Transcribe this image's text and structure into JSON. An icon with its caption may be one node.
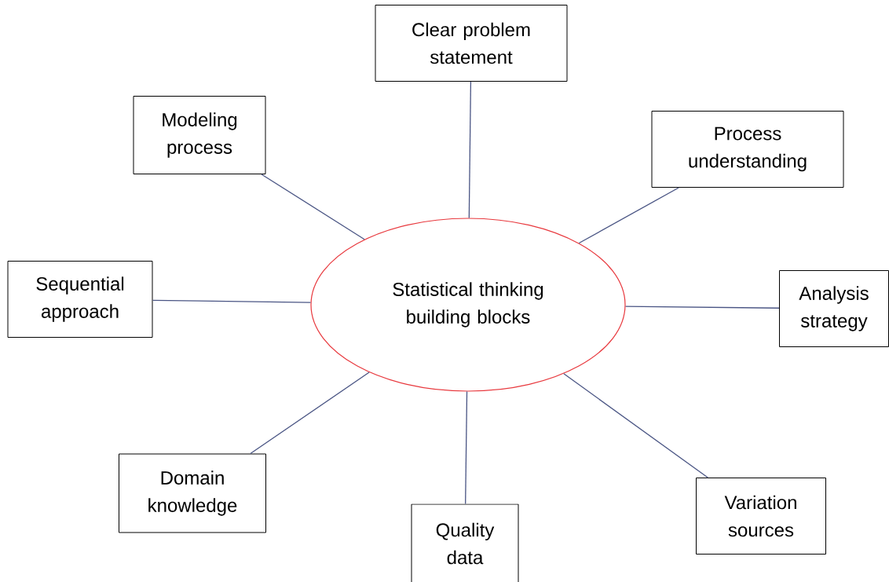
{
  "diagram": {
    "nodes": [
      {
        "text": [
          "Statistical thinking building blocks"
        ]
      },
      {
        "text": [
          "Clear problem statement"
        ]
      },
      {
        "text": [
          "Modeling process"
        ]
      },
      {
        "text": [
          "Process understanding"
        ]
      },
      {
        "text": [
          "Sequential approach"
        ]
      },
      {
        "text": [
          "Analysis strategy"
        ]
      },
      {
        "text": [
          "Domain knowledge"
        ]
      },
      {
        "text": [
          "Quality data"
        ]
      },
      {
        "text": [
          "Variation sources"
        ]
      }
    ],
    "edges": [
      {
        "from": 0,
        "to": 1,
        "arrow": "none"
      },
      {
        "from": 0,
        "to": 2,
        "arrow": "none"
      },
      {
        "from": 0,
        "to": 3,
        "arrow": "none"
      },
      {
        "from": 0,
        "to": 4,
        "arrow": "none"
      },
      {
        "from": 0,
        "to": 5,
        "arrow": "none"
      },
      {
        "from": 0,
        "to": 6,
        "arrow": "none"
      },
      {
        "from": 0,
        "to": 7,
        "arrow": "none"
      },
      {
        "from": 0,
        "to": 8,
        "arrow": "none"
      }
    ]
  }
}
